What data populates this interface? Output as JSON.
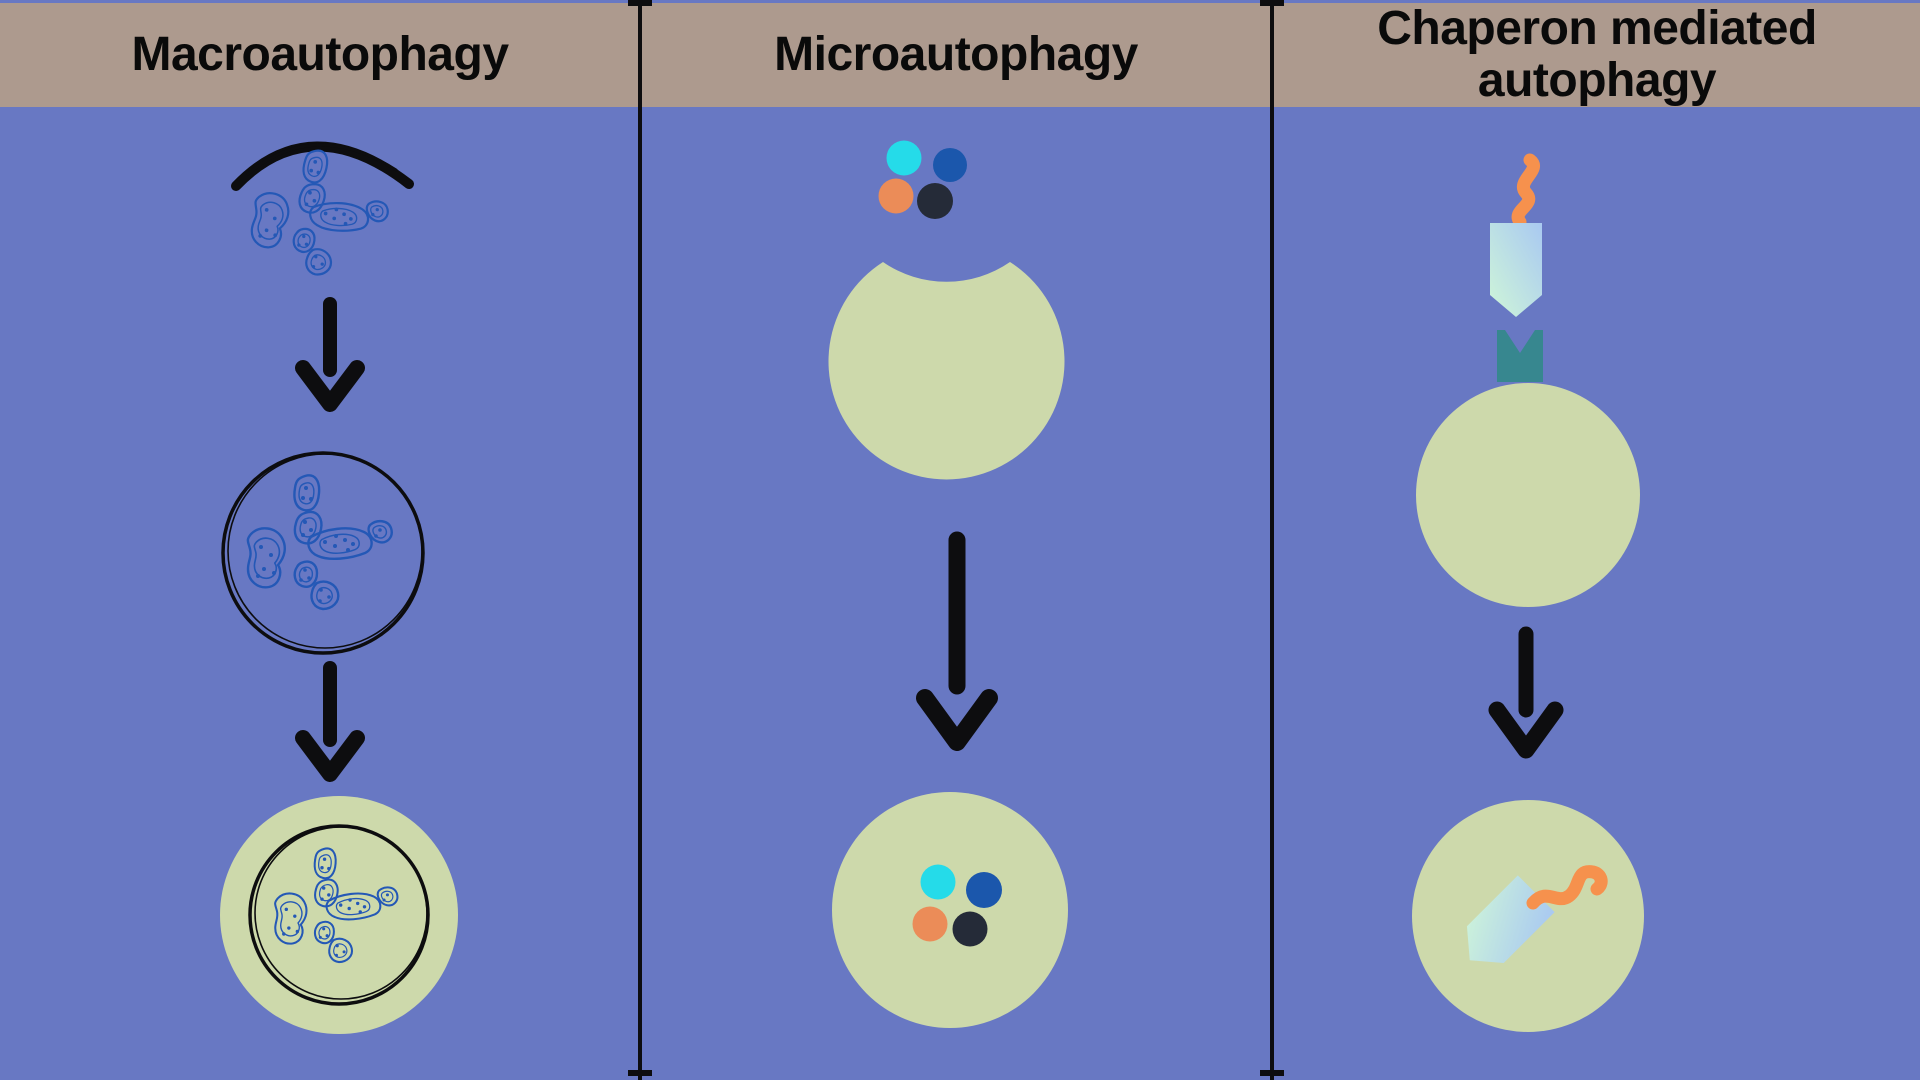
{
  "panels": [
    {
      "label": "Macroautophagy",
      "label_lines": [
        "Macroautophagy"
      ],
      "shapes": [
        "phagophore-arc",
        "cargo-organelles",
        "down-arrow",
        "autophagosome-circle",
        "down-arrow",
        "autolysosome-circle"
      ]
    },
    {
      "label": "Microautophagy",
      "label_lines": [
        "Microautophagy"
      ],
      "shapes": [
        "cargo-dots",
        "lysosome-invagination",
        "down-arrow",
        "lysosome-with-cargo-dots"
      ]
    },
    {
      "label": "Chaperon mediated autophagy",
      "label_lines": [
        "Chaperon mediated",
        "autophagy"
      ],
      "shapes": [
        "unfolded-protein-squiggle",
        "chaperone-complex",
        "membrane-receptor",
        "lysosome",
        "down-arrow",
        "lysosome-with-protein"
      ]
    }
  ],
  "colors": {
    "background": "#6878c3",
    "header_bar": "#ad9a8e",
    "title_text": "#0a0a0a",
    "line_black": "#0d0d0f",
    "lysosome_green": "#cdd9ab",
    "organelle_blue": "#2458b6",
    "cargo_cyan": "#25dbe9",
    "cargo_blue": "#1b57ac",
    "cargo_orange": "#eb8c58",
    "cargo_dark": "#252b38",
    "protein_orange": "#f6914d",
    "receptor_teal": "#37878f",
    "chaperone_mint": "#cff6d8",
    "chaperone_blue": "#a9c9f1"
  }
}
